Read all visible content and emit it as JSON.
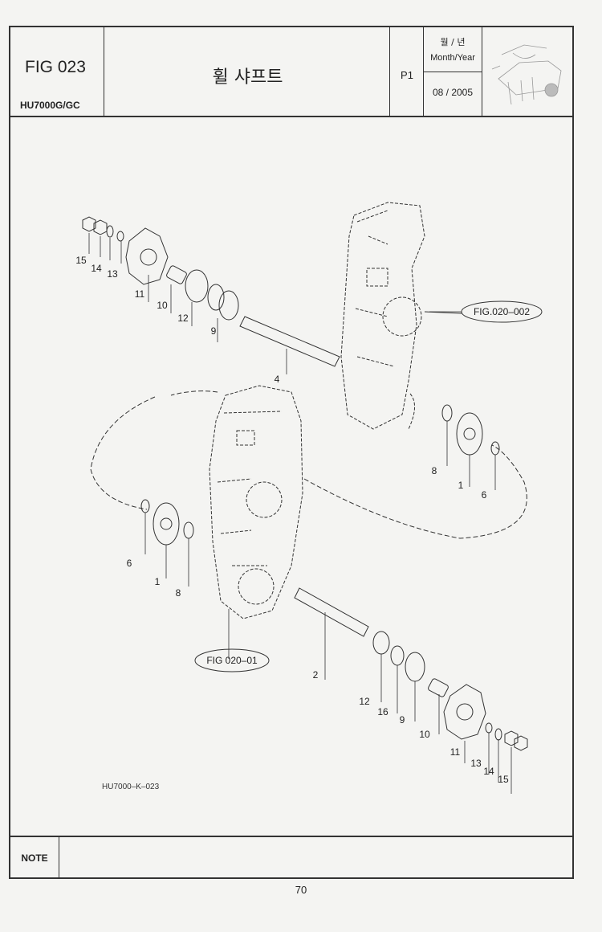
{
  "header": {
    "figure_number": "FIG 023",
    "model": "HU7000G/GC",
    "title": "휠 샤프트",
    "page_code": "P1",
    "date_label_korean": "월 / 년",
    "date_label_english": "Month/Year",
    "date_value": "08 / 2005"
  },
  "diagram": {
    "drawing_code": "HU7000–K–023",
    "references": {
      "upper_housing": "FIG.020–002",
      "lower_housing": "FIG 020–01"
    },
    "upper_assembly_labels": [
      "15",
      "14",
      "13",
      "11",
      "10",
      "12",
      "9",
      "4",
      "8",
      "1",
      "6"
    ],
    "lower_assembly_labels": [
      "6",
      "1",
      "8",
      "2",
      "12",
      "16",
      "9",
      "10",
      "11",
      "13",
      "14",
      "15"
    ]
  },
  "footer": {
    "note_label": "NOTE",
    "note_text": "",
    "page_number": "70"
  }
}
